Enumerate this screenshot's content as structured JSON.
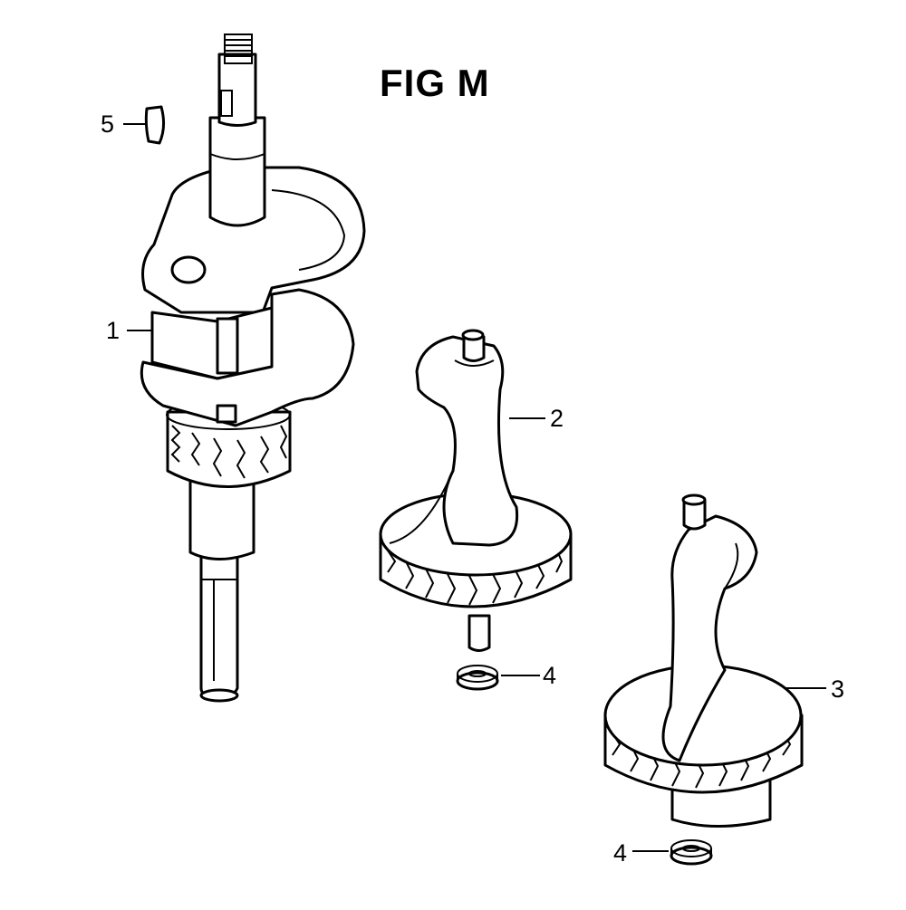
{
  "figure": {
    "title": "FIG M"
  },
  "callouts": [
    {
      "id": "1",
      "label": "1",
      "part": "crankshaft"
    },
    {
      "id": "2",
      "label": "2",
      "part": "balancer-shaft"
    },
    {
      "id": "3",
      "label": "3",
      "part": "balancer-shaft"
    },
    {
      "id": "4a",
      "label": "4",
      "part": "washer"
    },
    {
      "id": "4b",
      "label": "4",
      "part": "washer"
    },
    {
      "id": "5",
      "label": "5",
      "part": "key"
    }
  ]
}
